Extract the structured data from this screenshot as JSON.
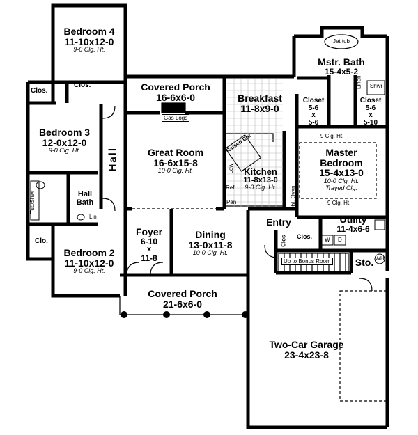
{
  "rooms": {
    "bedroom4": {
      "name": "Bedroom 4",
      "dims": "11-10x12-0",
      "ceiling": "9-0 Clg. Ht."
    },
    "bedroom3": {
      "name": "Bedroom 3",
      "dims": "12-0x12-0",
      "ceiling": "9-0 Clg. Ht."
    },
    "bedroom2": {
      "name": "Bedroom 2",
      "dims": "11-10x12-0",
      "ceiling": "9-0 Clg. Ht."
    },
    "covered_porch_rear": {
      "name": "Covered Porch",
      "dims": "16-6x6-0"
    },
    "great_room": {
      "name": "Great Room",
      "dims": "16-6x15-8",
      "ceiling": "10-0 Clg. Ht."
    },
    "breakfast": {
      "name": "Breakfast",
      "dims": "11-8x9-0"
    },
    "kitchen": {
      "name": "Kitchen",
      "dims": "11-8x13-0",
      "ceiling": "9-0 Clg. Ht."
    },
    "master_bath": {
      "name": "Mstr. Bath",
      "dims": "15-4x5-2"
    },
    "master_bedroom": {
      "name1": "Master",
      "name2": "Bedroom",
      "dims": "15-4x13-0",
      "ceiling": "10-0 Clg. Ht.",
      "ceiling2": "Trayed Clg."
    },
    "foyer": {
      "name": "Foyer",
      "dims1": "6-10",
      "dims2": "x",
      "dims3": "11-8"
    },
    "dining": {
      "name": "Dining",
      "dims": "13-0x11-8",
      "ceiling": "10-0 Clg. Ht."
    },
    "covered_porch_front": {
      "name": "Covered Porch",
      "dims": "21-6x6-0"
    },
    "entry": {
      "name": "Entry"
    },
    "utility": {
      "name": "Utility",
      "dims": "11-4x6-6"
    },
    "garage": {
      "name": "Two-Car Garage",
      "dims": "23-4x23-8"
    },
    "hall_bath": {
      "name1": "Hall",
      "name2": "Bath"
    },
    "sto": {
      "name": "Sto."
    }
  },
  "closets": {
    "clos_a": "Clos.",
    "clos_b": "Clos.",
    "clo_b2": "Clo.",
    "clos_entry": "Clos.",
    "clos_entry_v": "Clos",
    "closet_left": {
      "name": "Closet",
      "d1": "5-6",
      "d2": "x",
      "d3": "5-6"
    },
    "closet_right": {
      "name": "Closet",
      "d1": "5-6",
      "d2": "x",
      "d3": "5-10"
    }
  },
  "hall_label": "Hall",
  "fixtures": {
    "jet_tub": "Jet tub",
    "shwr": "Shwr",
    "linen": "Linen",
    "tub_shwr": "Tub/Shwr",
    "lin": "Lin",
    "gas_logs": "Gas Logs",
    "raised_bar": "Raised Bar",
    "low": "Low",
    "ref": "Ref.",
    "pan": "Pan",
    "dbl_oven": "Dbl. Oven",
    "washer": "W",
    "dryer": "D",
    "water_heater": "WH",
    "stairs": "Up to Bonus Room",
    "clg_ht_top": "9 Clg. Ht.",
    "clg_ht_bottom": "9 Clg. Ht."
  }
}
